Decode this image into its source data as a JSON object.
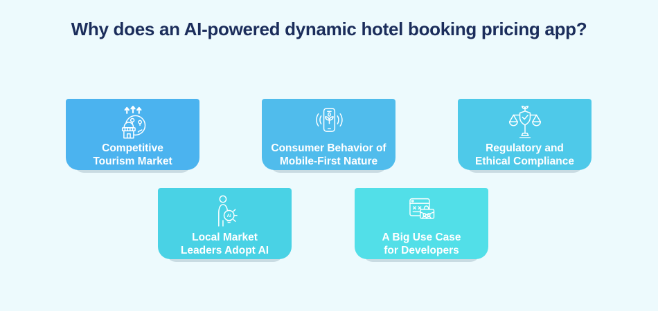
{
  "page": {
    "title": "Why does an AI-powered dynamic hotel booking pricing app?",
    "title_color": "#1B2D5B",
    "background_color": "#EDFAFD"
  },
  "cards": [
    {
      "name": "competitive-tourism-market",
      "icon": "globe-growth-icon",
      "line1": "Competitive",
      "line2": "Tourism Market",
      "color": "#4BB3EF"
    },
    {
      "name": "consumer-behavior-mobile-first",
      "icon": "mobile-plant-signal-icon",
      "line1": "Consumer Behavior of",
      "line2": "Mobile-First Nature",
      "color": "#50BCEC"
    },
    {
      "name": "regulatory-ethical-compliance",
      "icon": "balance-shield-icon",
      "line1": "Regulatory and",
      "line2": "Ethical Compliance",
      "color": "#4EC9E9"
    },
    {
      "name": "local-market-leaders-adopt-ai",
      "icon": "person-ai-bulb-icon",
      "line1": "Local Market",
      "line2": "Leaders Adopt AI",
      "color": "#49D2E5"
    },
    {
      "name": "a-big-use-case-for-developers",
      "icon": "browser-briefcase-icon",
      "line1": "A Big Use Case",
      "line2": "for Developers",
      "color": "#52DFE8"
    }
  ]
}
